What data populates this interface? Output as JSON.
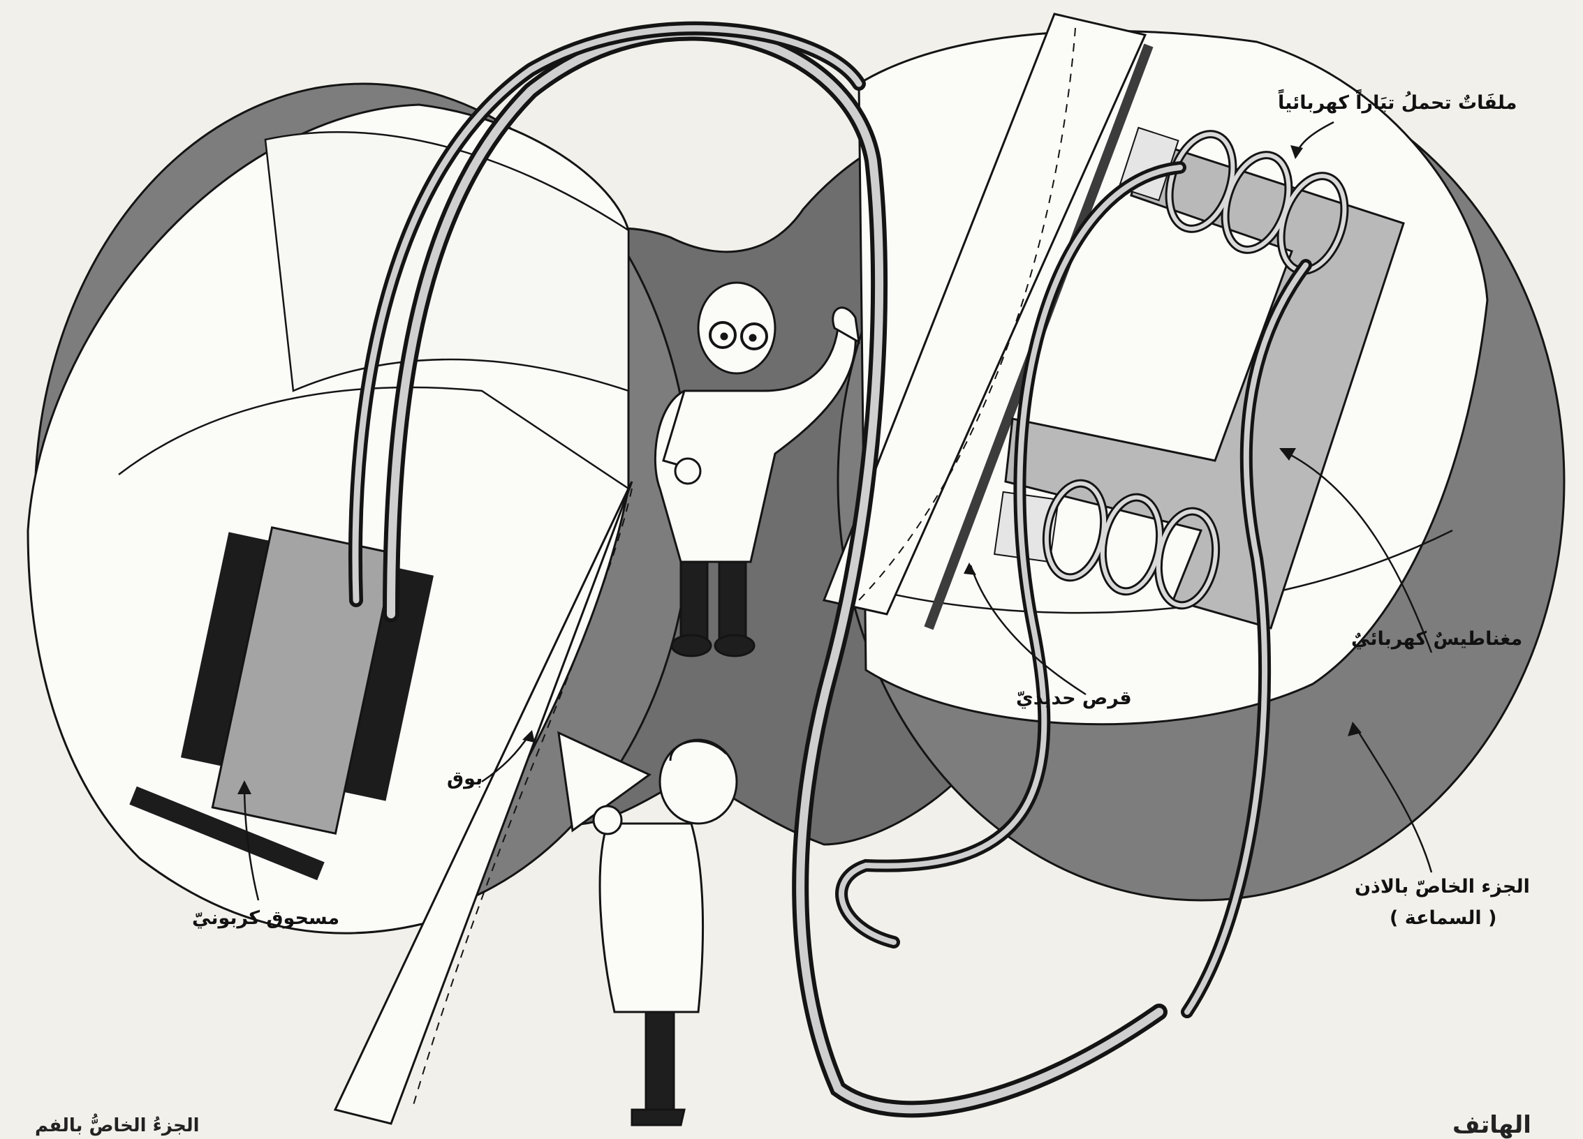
{
  "labels": {
    "coils": "ملفَاتٌ تحملُ تيَاراً كهربائياً",
    "electromagnet": "مغناطيسٌ كهربائيٌ",
    "iron_disc": "قرص حديديّ",
    "horn": "بوق",
    "carbon_powder": "مسحوق كربونيّ",
    "earpiece_line1": "الجزء الخاصّ بالاذن",
    "earpiece_line2": "( السماعة )"
  },
  "footer": {
    "left_caption": "الجزءُ الخاصُّ بالفم",
    "right_caption": "الهاتف"
  },
  "colors": {
    "paper": "#f1f0ea",
    "dark_gray": "#6e6e6e",
    "mid_gray": "#8e8e8e",
    "light_gray": "#b9b9b9",
    "ink": "#141414"
  }
}
